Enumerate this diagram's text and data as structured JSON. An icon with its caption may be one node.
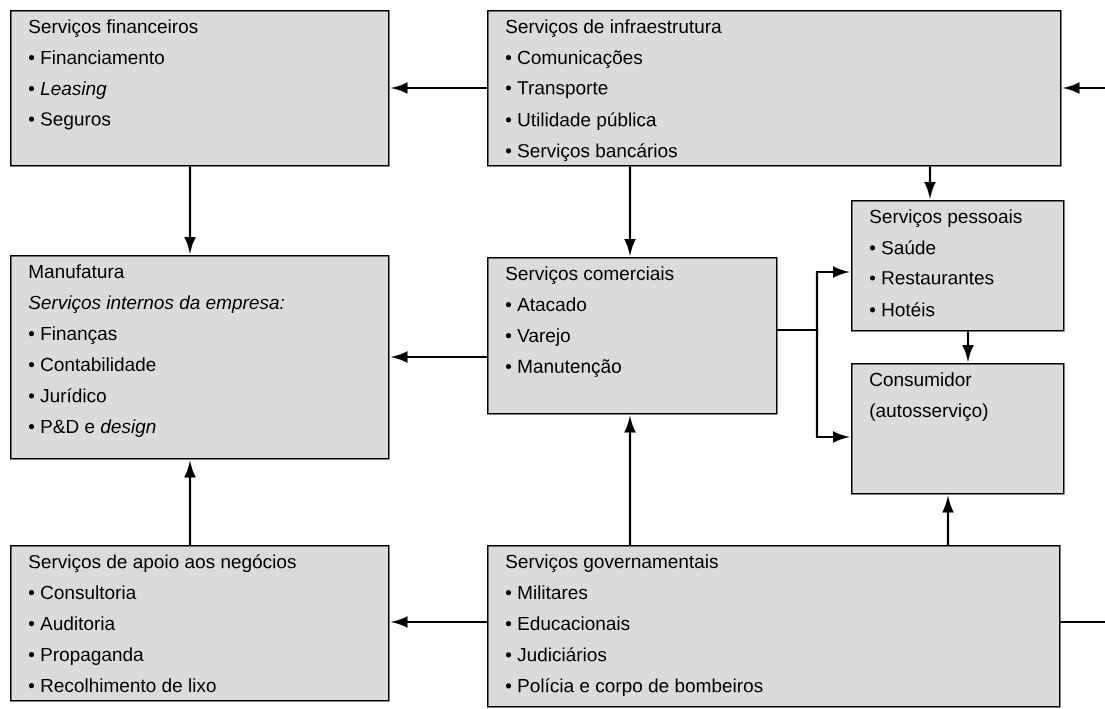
{
  "diagram": {
    "nodes": [
      {
        "text": [
          "Serviços financeiros",
          "• Financiamento",
          "• *Leasing*",
          "• Seguros"
        ]
      },
      {
        "text": [
          "Serviços de infraestrutura",
          "• Comunicações",
          "• Transporte",
          "• Utilidade pública",
          "• Serviços bancários"
        ]
      },
      {
        "text": [
          "Manufatura",
          "Serviços internos da empresa:",
          "• Finanças",
          "• Contabilidade",
          "• Jurídico",
          "• P&D e *design*"
        ]
      },
      {
        "text": [
          "Serviços comerciais",
          "• Atacado",
          "• Varejo",
          "• Manutenção"
        ]
      },
      {
        "text": [
          "Serviços pessoais",
          "• Saúde",
          "• Restaurantes",
          "• Hotéis"
        ]
      },
      {
        "text": [
          "Consumidor (autosserviço)"
        ]
      },
      {
        "text": [
          "Serviços de apoio aos negócios",
          "• Consultoria",
          "• Auditoria",
          "• Propaganda",
          "• Recolhimento de lixo"
        ]
      },
      {
        "text": [
          "Serviços governamentais",
          "• Militares",
          "• Educacionais",
          "• Judiciários",
          "• Polícia e corpo de bombeiros"
        ]
      }
    ],
    "edges": [
      {
        "from": 1,
        "to": 0,
        "arrow": "to"
      },
      {
        "from": null,
        "to": 1,
        "arrow": "to"
      },
      {
        "from": 0,
        "to": 2,
        "arrow": "to"
      },
      {
        "from": 1,
        "to": 3,
        "arrow": "to"
      },
      {
        "from": 1,
        "to": 4,
        "arrow": "to"
      },
      {
        "from": 3,
        "to": 2,
        "arrow": "to"
      },
      {
        "from": 3,
        "to": 4,
        "arrow": "to"
      },
      {
        "from": 3,
        "to": 5,
        "arrow": "to"
      },
      {
        "from": 4,
        "to": 5,
        "arrow": "to"
      },
      {
        "from": 6,
        "to": 2,
        "arrow": "to"
      },
      {
        "from": 7,
        "to": 6,
        "arrow": "to"
      },
      {
        "from": 7,
        "to": 3,
        "arrow": "to"
      },
      {
        "from": 7,
        "to": 5,
        "arrow": "to"
      },
      {
        "from": 7,
        "to": null,
        "arrow": "none"
      }
    ]
  }
}
